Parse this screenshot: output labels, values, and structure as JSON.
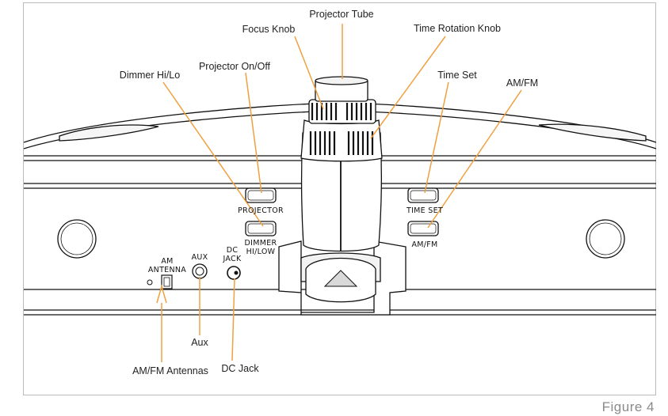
{
  "figure": {
    "caption": "Figure 4",
    "callouts": {
      "projector_tube": "Projector Tube",
      "focus_knob": "Focus Knob",
      "time_rotation_knob": "Time Rotation Knob",
      "dimmer_hi_lo": "Dimmer Hi/Lo",
      "projector_on_off": "Projector On/Off",
      "time_set": "Time Set",
      "am_fm": "AM/FM",
      "aux": "Aux",
      "dc_jack": "DC Jack",
      "am_fm_antennas": "AM/FM Antennas"
    },
    "panel_labels": {
      "projector": "PROJECTOR",
      "dimmer_line1": "DIMMER",
      "dimmer_line2": "HI/LOW",
      "time_set": "TIME SET",
      "am_fm": "AM/FM",
      "am_antenna_line1": "AM",
      "am_antenna_line2": "ANTENNA",
      "aux": "AUX",
      "dc_jack_line1": "DC",
      "dc_jack_line2": "JACK"
    },
    "colors": {
      "leader_line": "#f0a040",
      "outline": "#111111",
      "frame": "#bbbbbb"
    }
  }
}
